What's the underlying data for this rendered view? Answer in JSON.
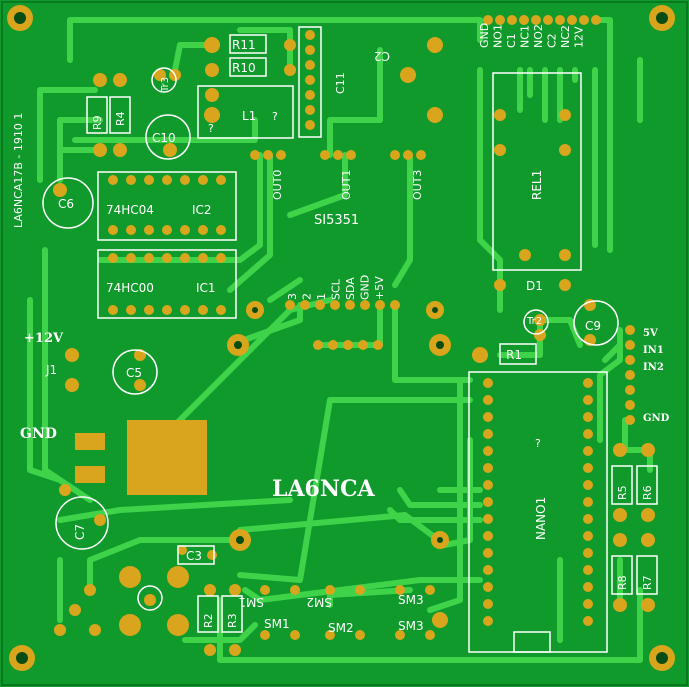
{
  "board": {
    "title": "LA6NCA",
    "edge_label": "LA6NCA17B - 1910 1",
    "colors": {
      "copper": "#3fd34a",
      "board": "#109a2c",
      "pad": "#d9a51d",
      "silk": "#ffffff"
    }
  },
  "labels": {
    "r11": "R11",
    "r10": "R10",
    "r9": "R9",
    "r4": "R4",
    "tr3": "Tr3",
    "c10": "C10",
    "c6": "C6",
    "ic2_part": "74HC04",
    "ic2": "IC2",
    "ic1_part": "74HC00",
    "ic1": "IC1",
    "l1": "L1",
    "q1": "?",
    "q2": "?",
    "q3": "?",
    "c11": "C11",
    "c2": "C2",
    "out0": "OUT0",
    "out1": "OUT1",
    "out3": "OUT3",
    "si5351": "SI5351",
    "rel1": "REL1",
    "d1": "D1",
    "tr2": "Tr2",
    "c9": "C9",
    "r1": "R1",
    "v12": "+12V",
    "j1": "J1",
    "c5": "C5",
    "gnd_left": "GND",
    "c7": "C7",
    "r5": "R5",
    "r6": "R6",
    "r8": "R8",
    "r7": "R7",
    "nano1": "NANO1",
    "c3": "C3",
    "r2": "R2",
    "r3": "R3",
    "sm1a": "SM1",
    "sm1b": "SM1",
    "sm2a": "SM2",
    "sm2b": "SM2",
    "sm3a": "SM3",
    "sm3b": "SM3"
  },
  "header_top": [
    "GND",
    "NO1",
    "C1",
    "NC1",
    "NO2",
    "C2",
    "NC2",
    "12V"
  ],
  "header_mid": [
    "3",
    "2",
    "1",
    "SCL",
    "SDA",
    "GND",
    "+5V"
  ],
  "header_right": [
    "5V",
    "IN1",
    "IN2",
    "GND"
  ]
}
